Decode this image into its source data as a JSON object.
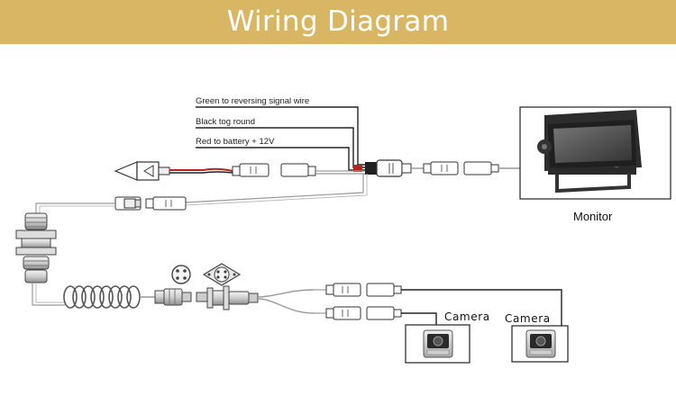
{
  "header": {
    "title": "Wiring Diagram",
    "bg_color": "#d9b664",
    "text_color": "#ffffff"
  },
  "labels": {
    "green_wire": "Green to reversing signal wire",
    "black_wire": "Black tog round",
    "red_wire": "Red to battery + 12V",
    "monitor": "Monitor",
    "camera_left": "Camera",
    "camera_right": "Camera"
  },
  "icons": [
    "triangle-plug-icon",
    "monitor-icon",
    "camera-icon",
    "4-pin-connector-face-icon",
    "aviation-connector-icon",
    "coiled-cable-icon"
  ]
}
